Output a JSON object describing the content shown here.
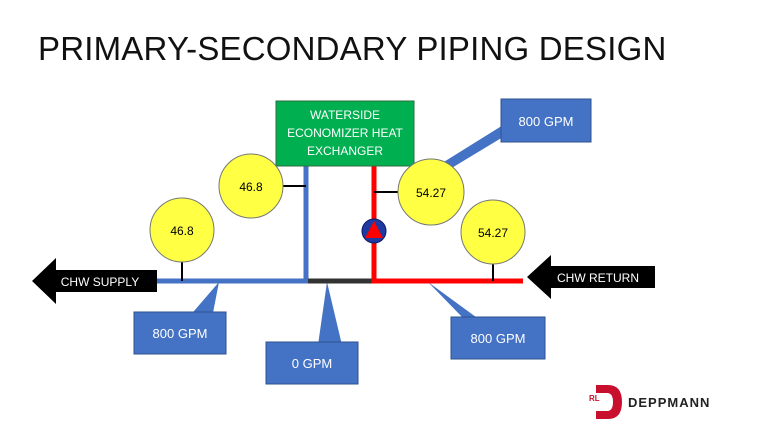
{
  "title": "PRIMARY-SECONDARY PIPING DESIGN",
  "heat_exchanger": {
    "line1": "WATERSIDE",
    "line2": "ECONOMIZER HEAT",
    "line3": "EXCHANGER"
  },
  "sensors": {
    "supply_left": "46.8",
    "supply_upper": "46.8",
    "return_upper": "54.27",
    "return_right": "54.27"
  },
  "flows": {
    "hx_branch": "800 GPM",
    "supply": "800 GPM",
    "decoupler": "0 GPM",
    "return": "800 GPM"
  },
  "arrows": {
    "supply": "CHW SUPPLY",
    "return": "CHW RETURN"
  },
  "logo": {
    "mark": "RL",
    "name": "DEPPMANN"
  },
  "colors": {
    "supply_pipe": "#4472c4",
    "return_pipe": "#ff0000",
    "decoupler_pipe": "#333333",
    "hx_fill": "#00b050",
    "callout_fill": "#4472c4",
    "sensor_fill": "#ffff44",
    "brand_red": "#c8102e"
  }
}
